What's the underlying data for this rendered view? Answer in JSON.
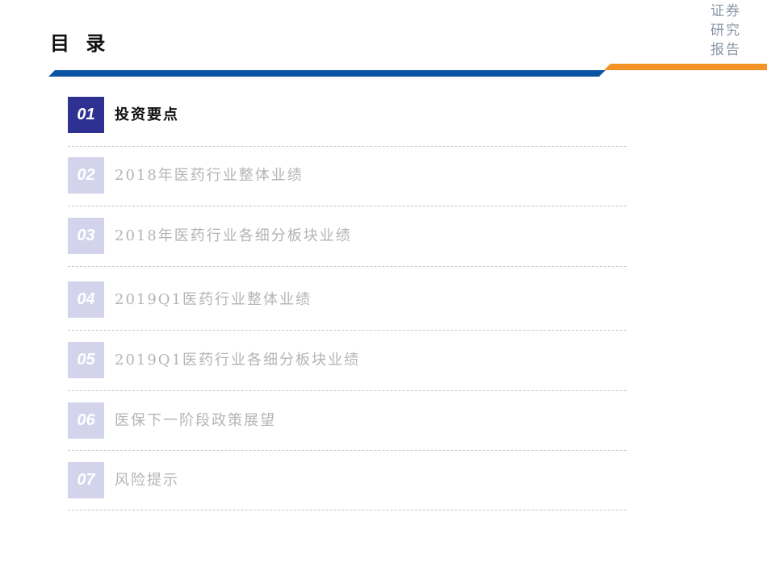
{
  "header": {
    "title": "目 录",
    "brand_lines": [
      "证券",
      "研究",
      "报告"
    ]
  },
  "colors": {
    "blue_bar": "#0b53a3",
    "orange_bar": "#f39325",
    "active_box": "#2e3192",
    "inactive_box": "#d3d3ec"
  },
  "toc": {
    "items": [
      {
        "number": "01",
        "label": "投资要点",
        "active": true
      },
      {
        "number": "02",
        "label": "2018年医药行业整体业绩",
        "active": false
      },
      {
        "number": "03",
        "label": "2018年医药行业各细分板块业绩",
        "active": false
      },
      {
        "number": "04",
        "label": "2019Q1医药行业整体业绩",
        "active": false
      },
      {
        "number": "05",
        "label": "2019Q1医药行业各细分板块业绩",
        "active": false
      },
      {
        "number": "06",
        "label": "医保下一阶段政策展望",
        "active": false
      },
      {
        "number": "07",
        "label": "风险提示",
        "active": false
      }
    ]
  }
}
